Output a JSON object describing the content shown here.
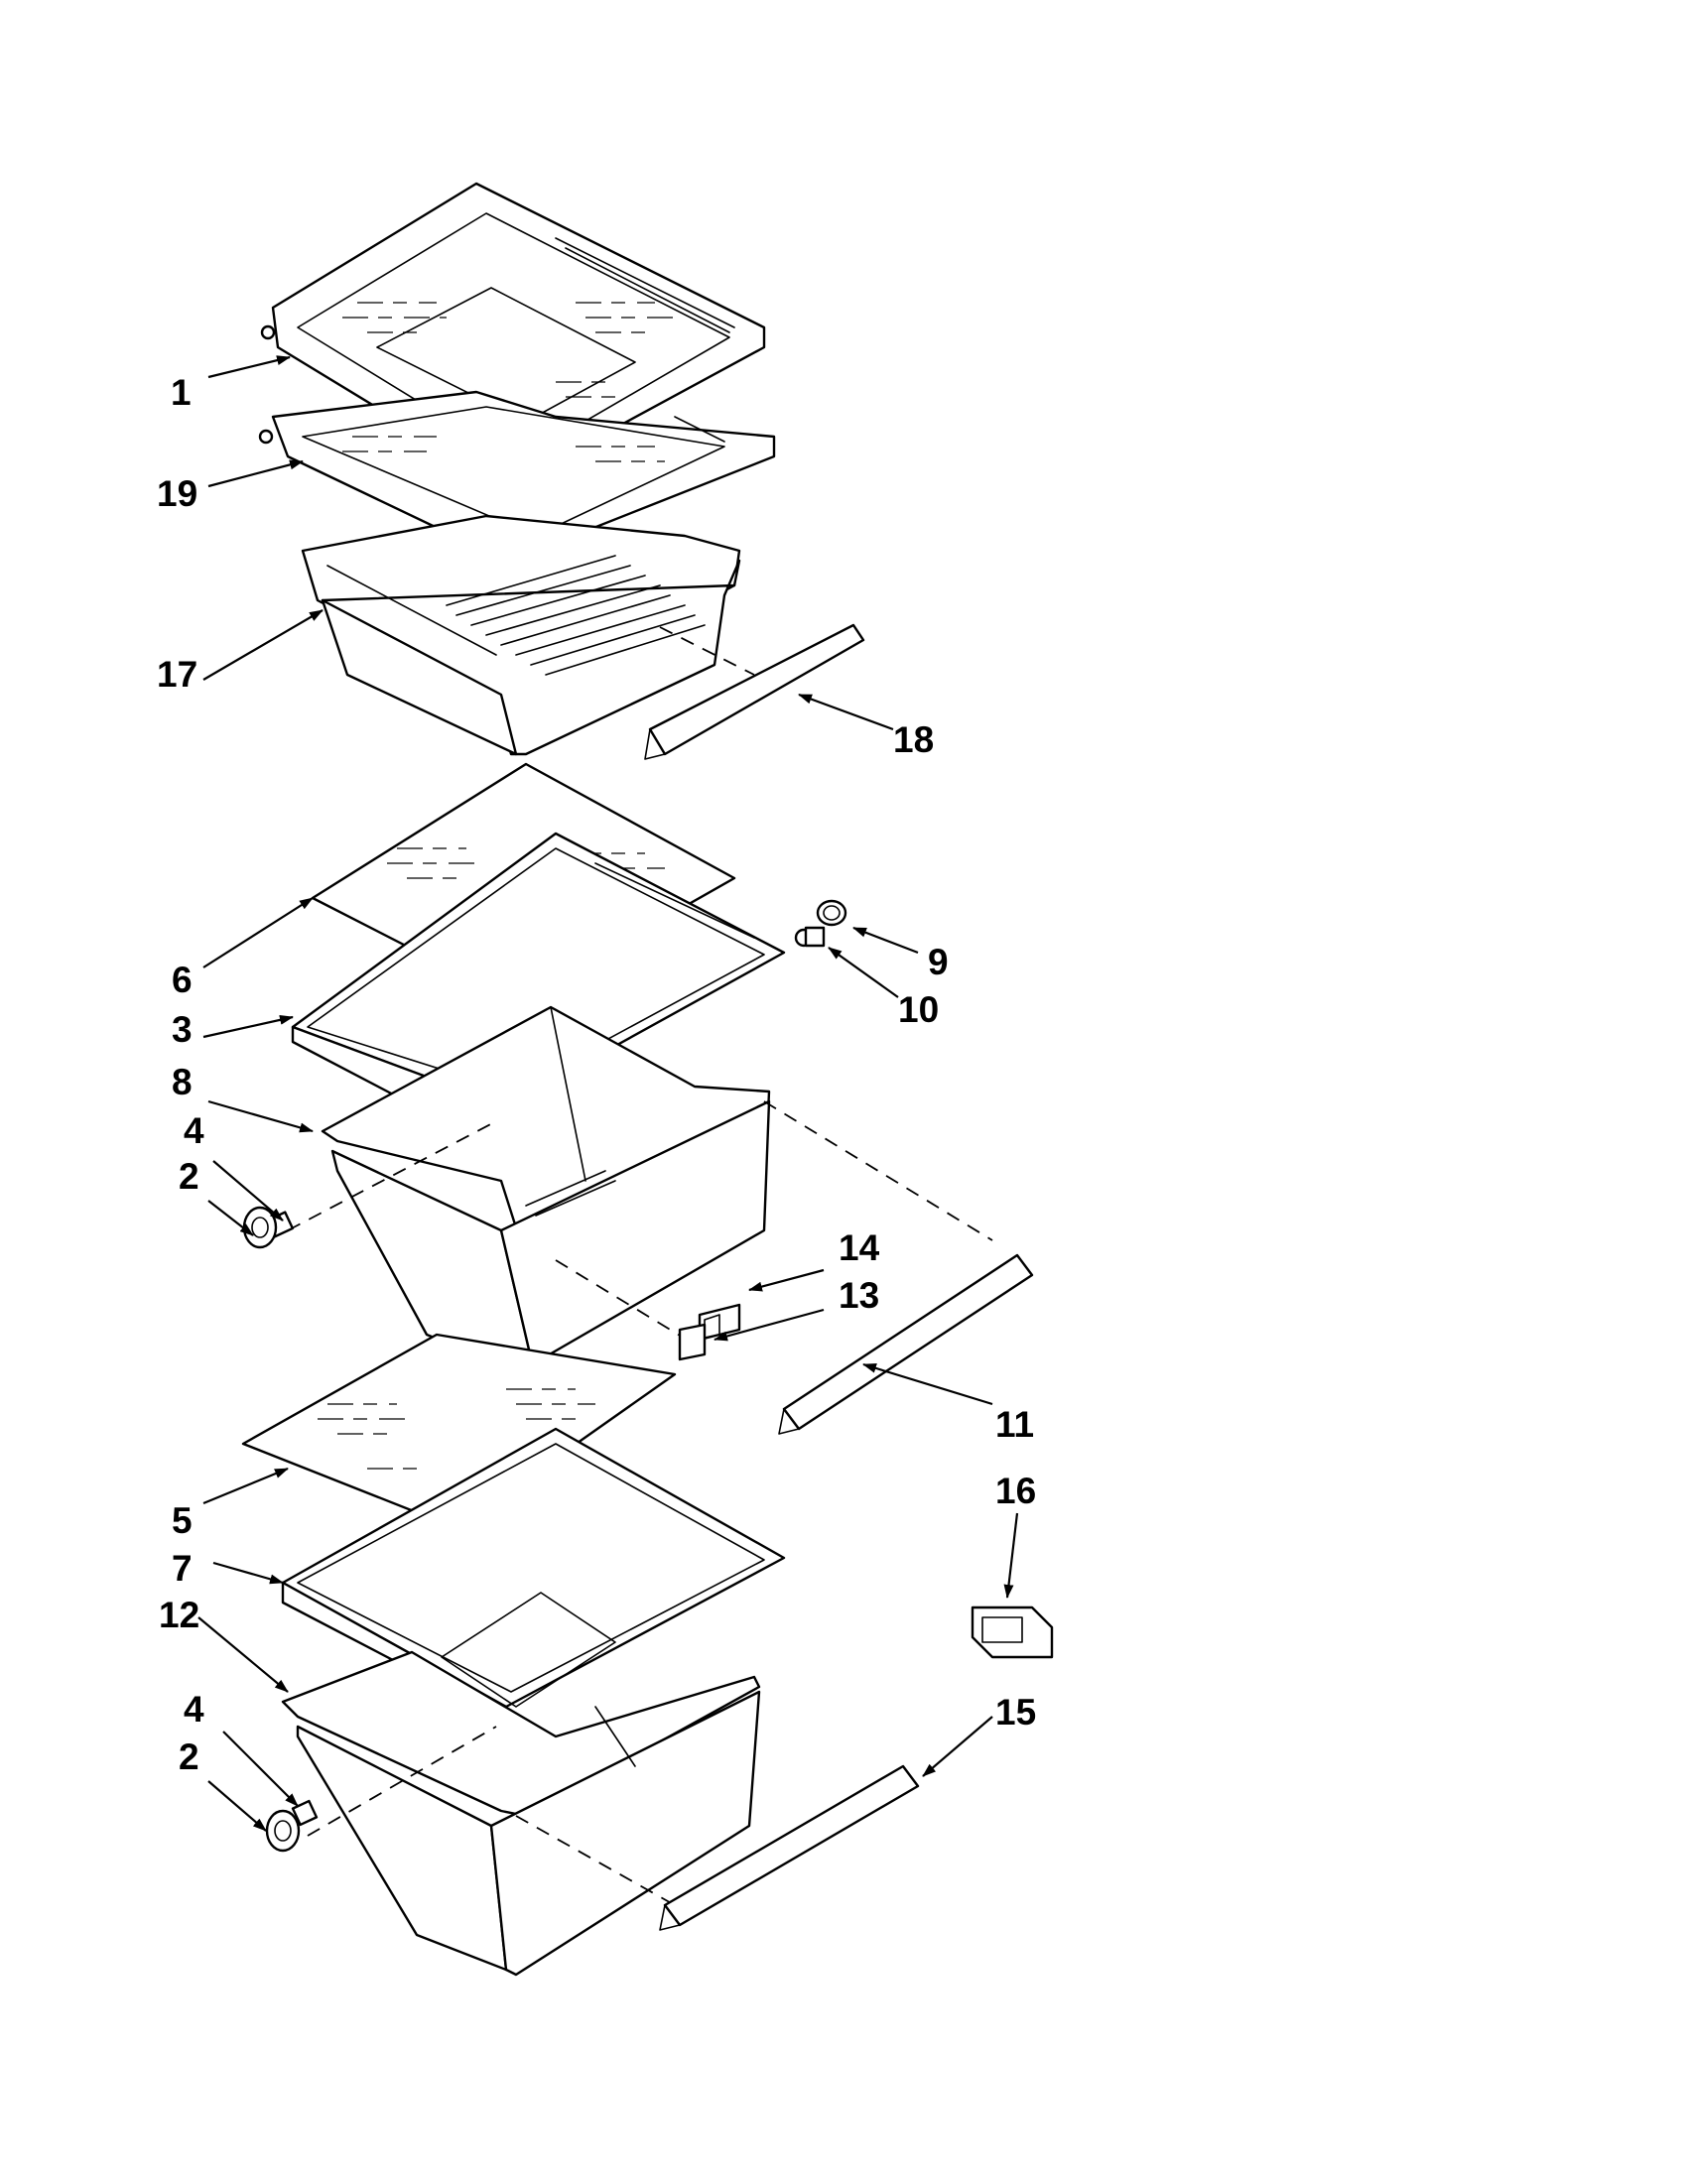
{
  "callouts": {
    "c1": "1",
    "c19": "19",
    "c17": "17",
    "c18": "18",
    "c6": "6",
    "c3": "3",
    "c8": "8",
    "c4a": "4",
    "c2a": "2",
    "c9": "9",
    "c10": "10",
    "c14": "14",
    "c13": "13",
    "c11": "11",
    "c16": "16",
    "c5": "5",
    "c7": "7",
    "c12": "12",
    "c4b": "4",
    "c2b": "2",
    "c15": "15"
  }
}
